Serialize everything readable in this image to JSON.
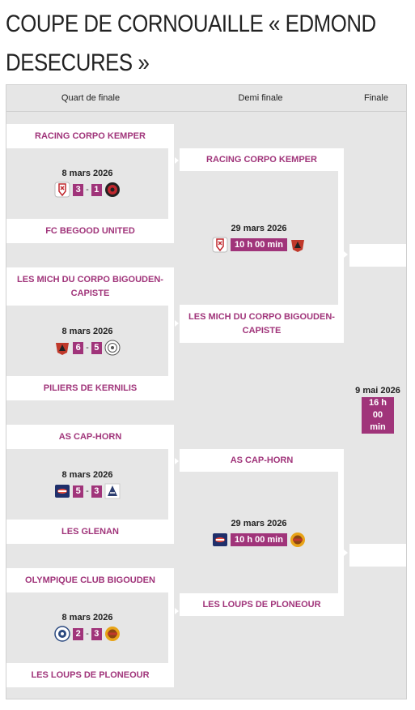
{
  "title": "COUPE DE CORNOUAILLE « EDMOND DESECURES »",
  "headers": {
    "quarter": "Quart de finale",
    "semi": "Demi finale",
    "final": "Finale"
  },
  "quarters": [
    {
      "home": "RACING CORPO KEMPER",
      "away": "FC BEGOOD UNITED",
      "date": "8 mars 2026",
      "home_score": "3",
      "away_score": "1",
      "home_logo": "racing-corpo-kemper-logo",
      "away_logo": "fc-begood-united-logo"
    },
    {
      "home": "LES MICH DU CORPO BIGOUDEN-CAPISTE",
      "away": "PILIERS DE KERNILIS",
      "date": "8 mars 2026",
      "home_score": "6",
      "away_score": "5",
      "home_logo": "les-mich-du-corpo-logo",
      "away_logo": "piliers-de-kernilis-logo"
    },
    {
      "home": "AS CAP-HORN",
      "away": "LES GLENAN",
      "date": "8 mars 2026",
      "home_score": "5",
      "away_score": "3",
      "home_logo": "as-cap-horn-logo",
      "away_logo": "les-glenan-logo"
    },
    {
      "home": "OLYMPIQUE CLUB BIGOUDEN",
      "away": "LES LOUPS DE PLONEOUR",
      "date": "8 mars 2026",
      "home_score": "2",
      "away_score": "3",
      "home_logo": "olympique-club-bigouden-logo",
      "away_logo": "les-loups-de-ploneour-logo"
    }
  ],
  "semis": [
    {
      "home": "RACING CORPO KEMPER",
      "away": "LES MICH DU CORPO BIGOUDEN-CAPISTE",
      "date": "29 mars 2026",
      "time": "10 h 00 min",
      "home_logo": "racing-corpo-kemper-logo",
      "away_logo": "les-mich-du-corpo-logo"
    },
    {
      "home": "AS CAP-HORN",
      "away": "LES LOUPS DE PLONEOUR",
      "date": "29 mars 2026",
      "time": "10 h 00 min",
      "home_logo": "as-cap-horn-logo",
      "away_logo": "les-loups-de-ploneour-logo"
    }
  ],
  "final": {
    "date": "9 mai 2026",
    "time": "16 h 00 min"
  },
  "colors": {
    "accent": "#a0347a",
    "background": "#e6e6e6",
    "card": "#ffffff"
  }
}
